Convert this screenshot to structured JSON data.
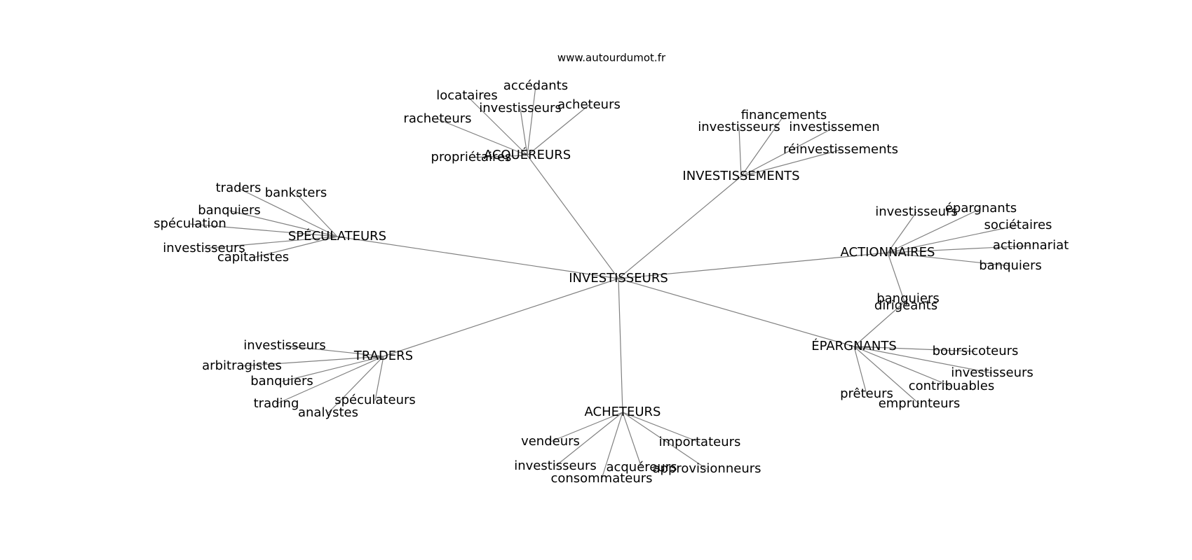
{
  "site": "www.autourdumot.fr",
  "center": "INVESTISSEURS",
  "groups": [
    {
      "id": "acquereurs",
      "label": "ACQUÉREURS",
      "children": [
        "accédants",
        "locataires",
        "investisseurs",
        "acheteurs",
        "racheteurs",
        "propriétaires"
      ]
    },
    {
      "id": "investissements",
      "label": "INVESTISSEMENTS",
      "children": [
        "financements",
        "investisseurs",
        "investissemen",
        "réinvestissements"
      ]
    },
    {
      "id": "speculateurs",
      "label": "SPÉCULATEURS",
      "children": [
        "traders",
        "banksters",
        "banquiers",
        "spéculation",
        "investisseurs",
        "capitalistes"
      ]
    },
    {
      "id": "actionnaires",
      "label": "ACTIONNAIRES",
      "children": [
        "investisseurs",
        "épargnants",
        "sociétaires",
        "actionnariat",
        "banquiers",
        "dirigeants"
      ]
    },
    {
      "id": "epargnants",
      "label": "ÉPARGNANTS",
      "children": [
        "banquiers",
        "boursicoteurs",
        "investisseurs",
        "contribuables",
        "prêteurs",
        "emprunteurs"
      ]
    },
    {
      "id": "traders",
      "label": "TRADERS",
      "children": [
        "investisseurs",
        "arbitragistes",
        "banquiers",
        "trading",
        "analystes",
        "spéculateurs"
      ]
    },
    {
      "id": "acheteurs",
      "label": "ACHETEURS",
      "children": [
        "vendeurs",
        "importateurs",
        "investisseurs",
        "acquéreurs",
        "approvisionneurs",
        "consommateurs"
      ]
    }
  ]
}
